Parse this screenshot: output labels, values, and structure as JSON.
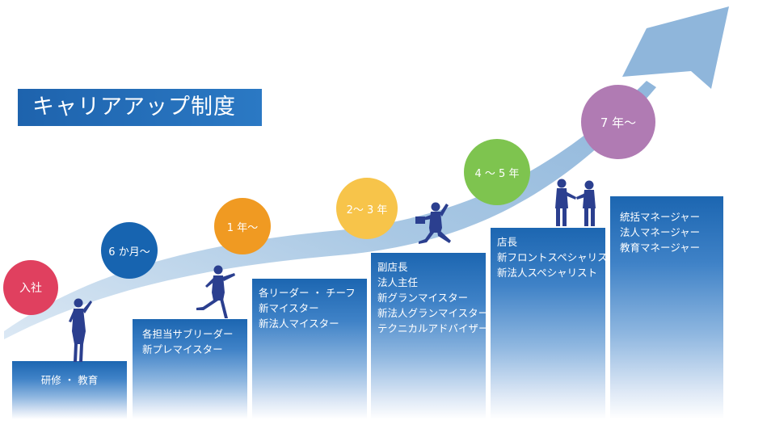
{
  "title": "キャリアアップ制度",
  "colors": {
    "title_bg": "#1e63ad",
    "arrow": "#9dbfdd",
    "step_top": "#1c66b1",
    "silhouette": "#2b3f8f",
    "circle_entry": "#e0405f",
    "circle_6m": "#1764b0",
    "circle_1y": "#f09a22",
    "circle_2_3y": "#f7c44a",
    "circle_4_5y": "#7ec44f",
    "circle_7y": "#b07bb3"
  },
  "milestones": [
    {
      "label": "入社"
    },
    {
      "label": "6 か月〜"
    },
    {
      "label": "1 年〜"
    },
    {
      "label": "2〜 3 年"
    },
    {
      "label": "4 〜 5 年"
    },
    {
      "label": "7 年〜"
    }
  ],
  "steps": [
    {
      "lines": [
        "研修 ・ 教育"
      ]
    },
    {
      "lines": [
        "各担当サブリーダー",
        "新プレマイスター"
      ]
    },
    {
      "lines": [
        "各リーダー ・ チーフ",
        "新マイスター",
        "新法人マイスター"
      ]
    },
    {
      "lines": [
        "副店長",
        "法人主任",
        "新グランマイスター",
        "新法人グランマイスター",
        "テクニカルアドバイザー"
      ]
    },
    {
      "lines": [
        "店長",
        "新フロントスペシャリスト",
        "新法人スペシャリスト"
      ]
    },
    {
      "lines": [
        "統括マネージャー",
        "法人マネージャー",
        "教育マネージャー"
      ]
    }
  ],
  "icons": {
    "person_cheer": "person-cheering-icon",
    "person_run": "person-running-icon",
    "person_jump": "person-jumping-icon",
    "people_handshake": "people-handshake-icon"
  }
}
